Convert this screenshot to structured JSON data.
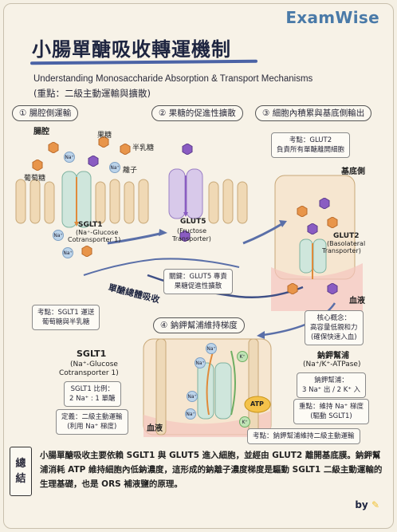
{
  "brand": "ExamWise",
  "title": "小腸單醣吸收轉運機制",
  "subtitle": "Understanding Monosaccharide Absorption & Transport Mechanisms",
  "subtitle2": "(重點：二級主動運輸與擴散)",
  "sections": {
    "s1": "① 腸腔側運輸",
    "s2": "② 果糖的促進性擴散",
    "s3": "③ 細胞內積累與基底側輸出",
    "s4": "④ 鈉鉀幫浦維持梯度"
  },
  "labels": {
    "lumen": "腸腔",
    "fructose": "果糖",
    "galactose": "半乳糖",
    "glucose": "葡萄糖",
    "sodium_ion_legend": "離子",
    "na": "Na⁺",
    "k": "K⁺",
    "atp": "ATP",
    "sglt1_name": "SGLT1",
    "sglt1_full_1": "(Na⁺-Glucose",
    "sglt1_full_2": "Cotransporter 1)",
    "glut5_name": "GLUT5",
    "glut5_full_1": "(Fructose",
    "glut5_full_2": "Transporter)",
    "glut2_name": "GLUT2",
    "glut2_full_1": "(Basolateral",
    "glut2_full_2": "Transporter)",
    "basolateral": "基底側",
    "blood1": "血液",
    "blood2": "血液",
    "monosaccharide_absorption": "單醣總體吸收",
    "pump_name": "鈉鉀幫浦",
    "pump_full": "(Na⁺/K⁺-ATPase)"
  },
  "notes": {
    "glut2_key_1": "考點：GLUT2",
    "glut2_key_2": "負責所有單醣離開細胞",
    "glut5_key_1": "關鍵：GLUT5 專責",
    "glut5_key_2": "果糖促進性擴散",
    "sglt1_key_1": "考點：SGLT1 運送",
    "sglt1_key_2": "葡萄糖與半乳糖",
    "core_1": "核心概念：",
    "core_2": "高容量低親和力",
    "core_3": "(確保快速入血)",
    "ratio_1": "SGLT1 比例：",
    "ratio_2": "2 Na⁺ : 1 單醣",
    "def_1": "定義：二級主動運輸",
    "def_2": "(利用 Na⁺ 梯度)",
    "pump_ratio_1": "鈉鉀幫浦：",
    "pump_ratio_2": "3 Na⁺ 出 / 2 K⁺ 入",
    "pump_role_1": "重點：維持 Na⁺ 梯度",
    "pump_role_2": "(驅動 SGLT1)",
    "bottom_key": "考點：鈉鉀幫浦維持二級主動運輸"
  },
  "sglt1_box": {
    "name": "SGLT1",
    "full_1": "(Na⁺-Glucose",
    "full_2": "Cotransporter 1)"
  },
  "summary": {
    "label": "總結",
    "text": "小腸單醣吸收主要依賴 SGLT1 與 GLUT5 進入細胞，並經由 GLUT2 離開基底膜。鈉鉀幫浦消耗 ATP 維持細胞內低鈉濃度，這形成的鈉離子濃度梯度是驅動 SGLT1 二級主動運輸的生理基礎，也是 ORS 補液鹽的原理。"
  },
  "byline": "by",
  "colors": {
    "accent": "#4b63a6",
    "glucose": "#e8954a",
    "galactose": "#e8954a",
    "fructose": "#8a5cc2",
    "sodium": "#bcd4ea",
    "potassium": "#bfe3b5",
    "blood": "#e46b6b"
  }
}
